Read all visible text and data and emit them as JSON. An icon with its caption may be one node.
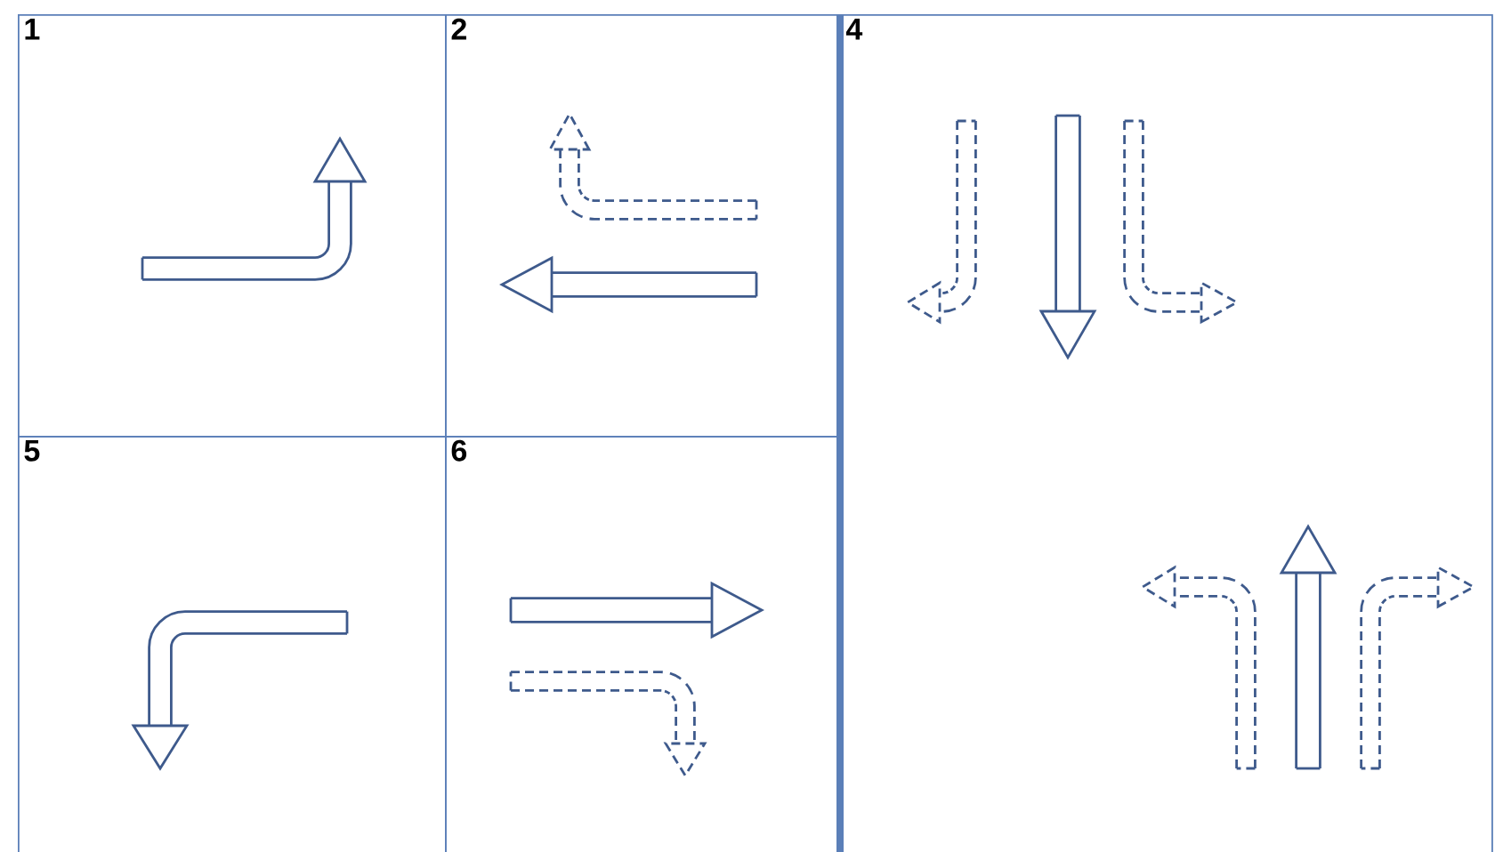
{
  "diagram": {
    "nodes": [
      {
        "text": [
          "1"
        ]
      },
      {
        "text": [
          "2"
        ]
      },
      {
        "text": [
          "4"
        ]
      },
      {
        "text": [
          "5"
        ]
      },
      {
        "text": [
          "6"
        ]
      }
    ]
  }
}
